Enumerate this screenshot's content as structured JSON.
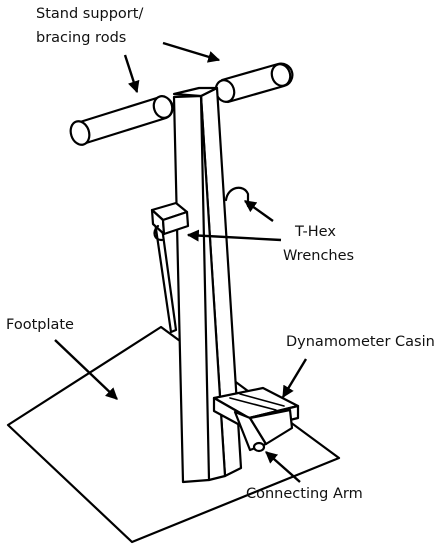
{
  "labels": {
    "stand_support_line1": "Stand support/",
    "stand_support_line2": "bracing rods",
    "thex_line1": "T-Hex",
    "thex_line2": "Wrenches",
    "footplate": "Footplate",
    "dynamometer_casing": "Dynamometer Casing",
    "connecting_arm": "Connecting Arm"
  },
  "colors": {
    "ink": "#000000",
    "background": "#ffffff"
  }
}
